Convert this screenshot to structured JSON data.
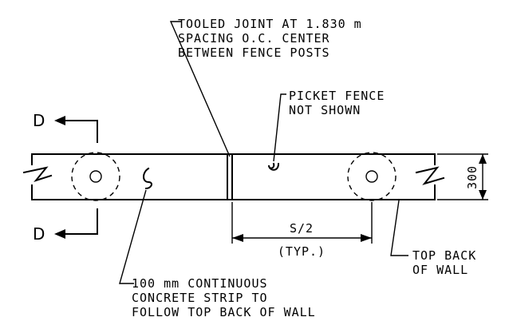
{
  "notes": {
    "tooled_joint": [
      "TOOLED JOINT AT 1.830 m",
      "SPACING O.C. CENTER",
      "BETWEEN FENCE POSTS"
    ],
    "picket_fence": [
      "PICKET FENCE",
      "NOT SHOWN"
    ],
    "concrete_strip": [
      "100 mm CONTINUOUS",
      "CONCRETE STRIP TO",
      "FOLLOW TOP BACK OF WALL"
    ],
    "top_back": [
      "TOP BACK",
      "OF WALL"
    ]
  },
  "section_mark": {
    "top": "D",
    "bottom": "D"
  },
  "dimensions": {
    "spacing_label": "S/2",
    "spacing_note": "(TYP.)",
    "width": "300"
  }
}
